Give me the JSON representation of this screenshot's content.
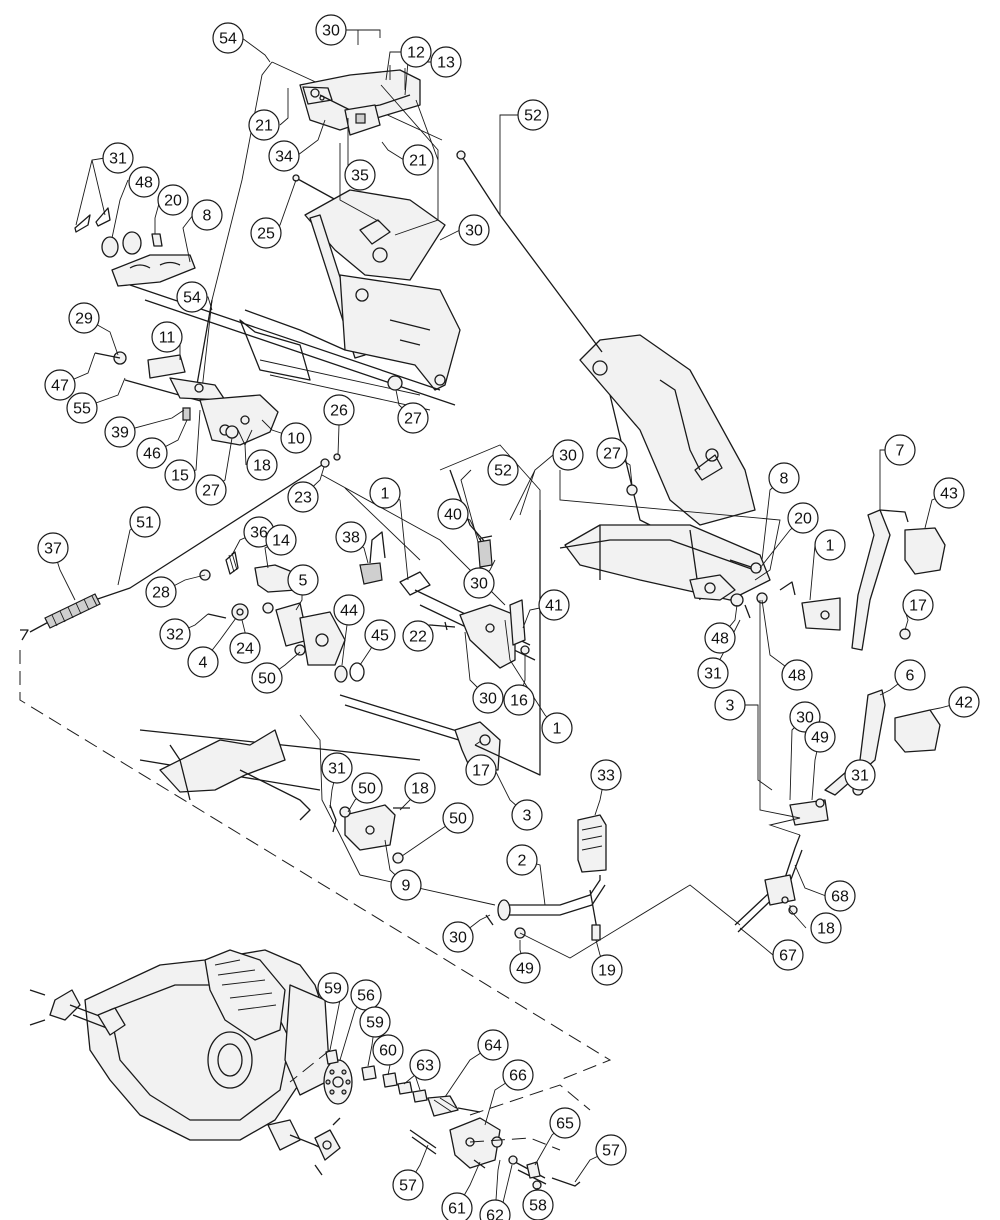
{
  "callouts": [
    {
      "label": "54"
    },
    {
      "label": "30"
    },
    {
      "label": "12"
    },
    {
      "label": "13"
    },
    {
      "label": "21"
    },
    {
      "label": "34"
    },
    {
      "label": "21"
    },
    {
      "label": "35"
    },
    {
      "label": "52"
    },
    {
      "label": "31"
    },
    {
      "label": "48"
    },
    {
      "label": "20"
    },
    {
      "label": "8"
    },
    {
      "label": "25"
    },
    {
      "label": "30"
    },
    {
      "label": "54"
    },
    {
      "label": "29"
    },
    {
      "label": "11"
    },
    {
      "label": "47"
    },
    {
      "label": "55"
    },
    {
      "label": "39"
    },
    {
      "label": "46"
    },
    {
      "label": "15"
    },
    {
      "label": "27"
    },
    {
      "label": "18"
    },
    {
      "label": "10"
    },
    {
      "label": "26"
    },
    {
      "label": "27"
    },
    {
      "label": "23"
    },
    {
      "label": "52"
    },
    {
      "label": "30"
    },
    {
      "label": "27"
    },
    {
      "label": "1"
    },
    {
      "label": "40"
    },
    {
      "label": "8"
    },
    {
      "label": "7"
    },
    {
      "label": "43"
    },
    {
      "label": "20"
    },
    {
      "label": "1"
    },
    {
      "label": "37"
    },
    {
      "label": "51"
    },
    {
      "label": "36"
    },
    {
      "label": "14"
    },
    {
      "label": "38"
    },
    {
      "label": "28"
    },
    {
      "label": "5"
    },
    {
      "label": "30"
    },
    {
      "label": "17"
    },
    {
      "label": "41"
    },
    {
      "label": "44"
    },
    {
      "label": "32"
    },
    {
      "label": "24"
    },
    {
      "label": "4"
    },
    {
      "label": "45"
    },
    {
      "label": "22"
    },
    {
      "label": "48"
    },
    {
      "label": "31"
    },
    {
      "label": "48"
    },
    {
      "label": "50"
    },
    {
      "label": "16"
    },
    {
      "label": "30"
    },
    {
      "label": "1"
    },
    {
      "label": "6"
    },
    {
      "label": "42"
    },
    {
      "label": "3"
    },
    {
      "label": "30"
    },
    {
      "label": "49"
    },
    {
      "label": "31"
    },
    {
      "label": "17"
    },
    {
      "label": "33"
    },
    {
      "label": "31"
    },
    {
      "label": "18"
    },
    {
      "label": "50"
    },
    {
      "label": "3"
    },
    {
      "label": "50"
    },
    {
      "label": "9"
    },
    {
      "label": "2"
    },
    {
      "label": "68"
    },
    {
      "label": "18"
    },
    {
      "label": "30"
    },
    {
      "label": "49"
    },
    {
      "label": "19"
    },
    {
      "label": "67"
    },
    {
      "label": "59"
    },
    {
      "label": "56"
    },
    {
      "label": "59"
    },
    {
      "label": "60"
    },
    {
      "label": "64"
    },
    {
      "label": "63"
    },
    {
      "label": "66"
    },
    {
      "label": "65"
    },
    {
      "label": "57"
    },
    {
      "label": "57"
    },
    {
      "label": "61"
    },
    {
      "label": "62"
    },
    {
      "label": "58"
    }
  ]
}
